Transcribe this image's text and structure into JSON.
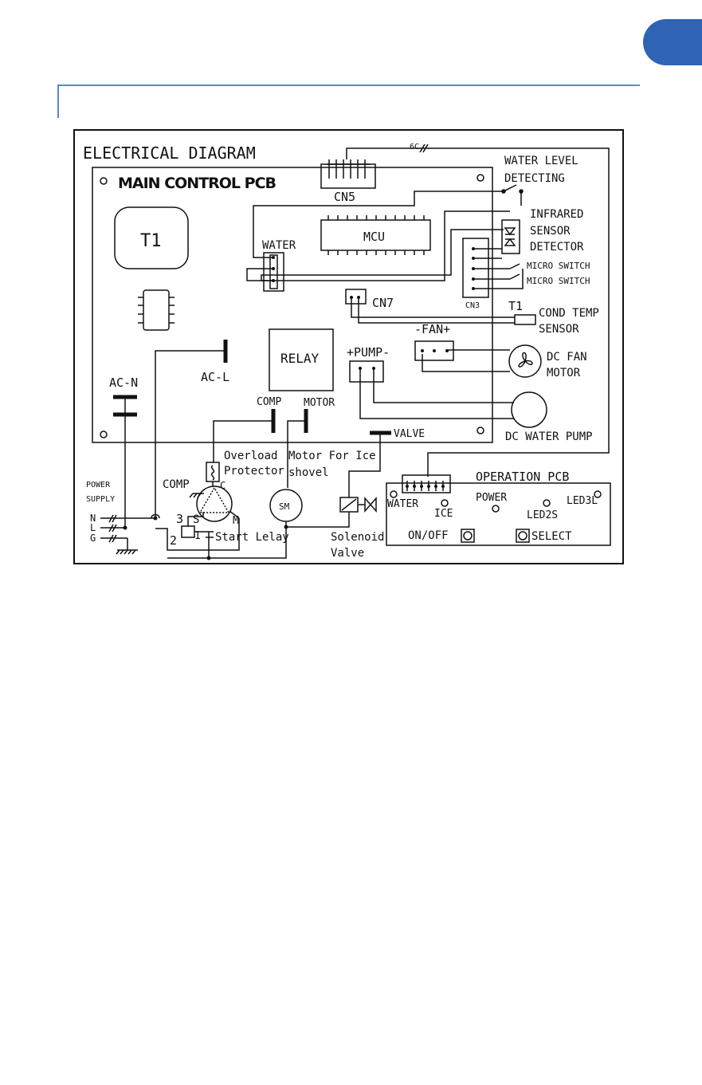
{
  "diagram": {
    "title": "ELECTRICAL DIAGRAM",
    "main_pcb": "MAIN CONTROL PCB",
    "cn5": "CN5",
    "wire_count": "6C",
    "water_level": [
      "WATER LEVEL",
      "DETECTING"
    ],
    "infrared": [
      "INFRARED",
      "SENSOR",
      "DETECTOR"
    ],
    "micro_switch_1": "MICRO SWITCH",
    "micro_switch_2": "MICRO SWITCH",
    "cn3": "CN3",
    "t1_board": "T1",
    "mcu": "MCU",
    "water_conn": "WATER",
    "cn7": "CN7",
    "t1_sensor": "T1",
    "cond_temp": [
      "COND TEMP",
      "SENSOR"
    ],
    "fan_conn": "-FAN+",
    "dc_fan": [
      "DC FAN",
      "MOTOR"
    ],
    "relay": "RELAY",
    "pump_conn": "+PUMP-",
    "ac_n": "AC-N",
    "ac_l": "AC-L",
    "comp_terminal": "COMP",
    "motor_terminal": "MOTOR",
    "valve_terminal": "VALVE",
    "dc_water_pump": "DC WATER PUMP",
    "overload": [
      "Overload",
      "Protector"
    ],
    "motor_ice": [
      "Motor For Ice",
      "shovel"
    ],
    "sm": "SM",
    "power_supply": [
      "POWER",
      "SUPPLY"
    ],
    "n": "N",
    "l": "L",
    "g": "G",
    "comp_label": "COMP",
    "pin_c": "C",
    "pin_s": "S",
    "pin_m": "M",
    "num_3": "3",
    "num_2": "2",
    "num_1": "1",
    "start_relay": "Start Lelay",
    "solenoid": [
      "Solenoid",
      "Valve"
    ],
    "operation_pcb": "OPERATION PCB",
    "op_water": "WATER",
    "op_ice": "ICE",
    "op_power": "POWER",
    "op_led2s": "LED2S",
    "op_led3l": "LED3L",
    "op_onoff": "ON/OFF",
    "op_select": "SELECT"
  }
}
